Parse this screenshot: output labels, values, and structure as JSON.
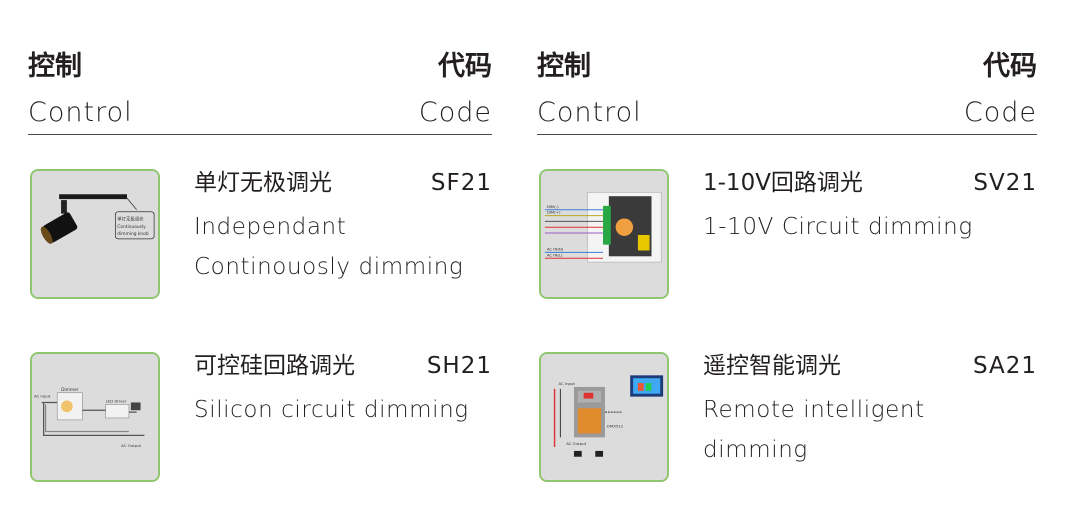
{
  "header": {
    "control_zh": "控制",
    "code_zh": "代码",
    "control_en": "Control",
    "code_en": "Code"
  },
  "items": [
    {
      "title_zh": "单灯无极调光",
      "code": "SF21",
      "desc_lines": [
        "Independant",
        "Continouosly dimming"
      ],
      "image_labels": [
        "单灯无极调光",
        "Continuously",
        "dimming knob"
      ]
    },
    {
      "title_zh": "1-10V回路调光",
      "code": "SV21",
      "desc_lines": [
        "1-10V Circuit dimming"
      ],
      "image_labels": [
        "DIM(-)",
        "DIM(+)",
        "AC IN(N)",
        "AC IN(L)"
      ]
    },
    {
      "title_zh": "可控硅回路调光",
      "code": "SH21",
      "desc_lines": [
        "Silicon circuit dimming"
      ],
      "image_labels": [
        "Dimmer",
        "AC Input",
        "LED Driver",
        "AC Output"
      ]
    },
    {
      "title_zh": "遥控智能调光",
      "code": "SA21",
      "desc_lines": [
        "Remote intelligent",
        "dimming"
      ],
      "image_labels": [
        "AC Input",
        "DMX512",
        "AC Output"
      ]
    }
  ],
  "colors": {
    "thumb_border": "#8fc66f",
    "thumb_bg": "#dcdcdc",
    "text": "#231f20",
    "rule": "#4a4a4a"
  }
}
